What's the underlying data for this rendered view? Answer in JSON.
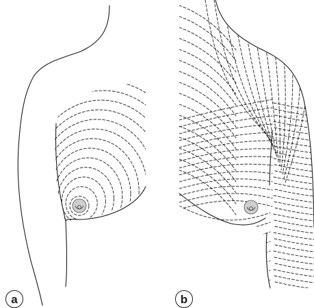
{
  "panels": [
    {
      "id": "a",
      "label": "a"
    },
    {
      "id": "b",
      "label": "b"
    }
  ]
}
